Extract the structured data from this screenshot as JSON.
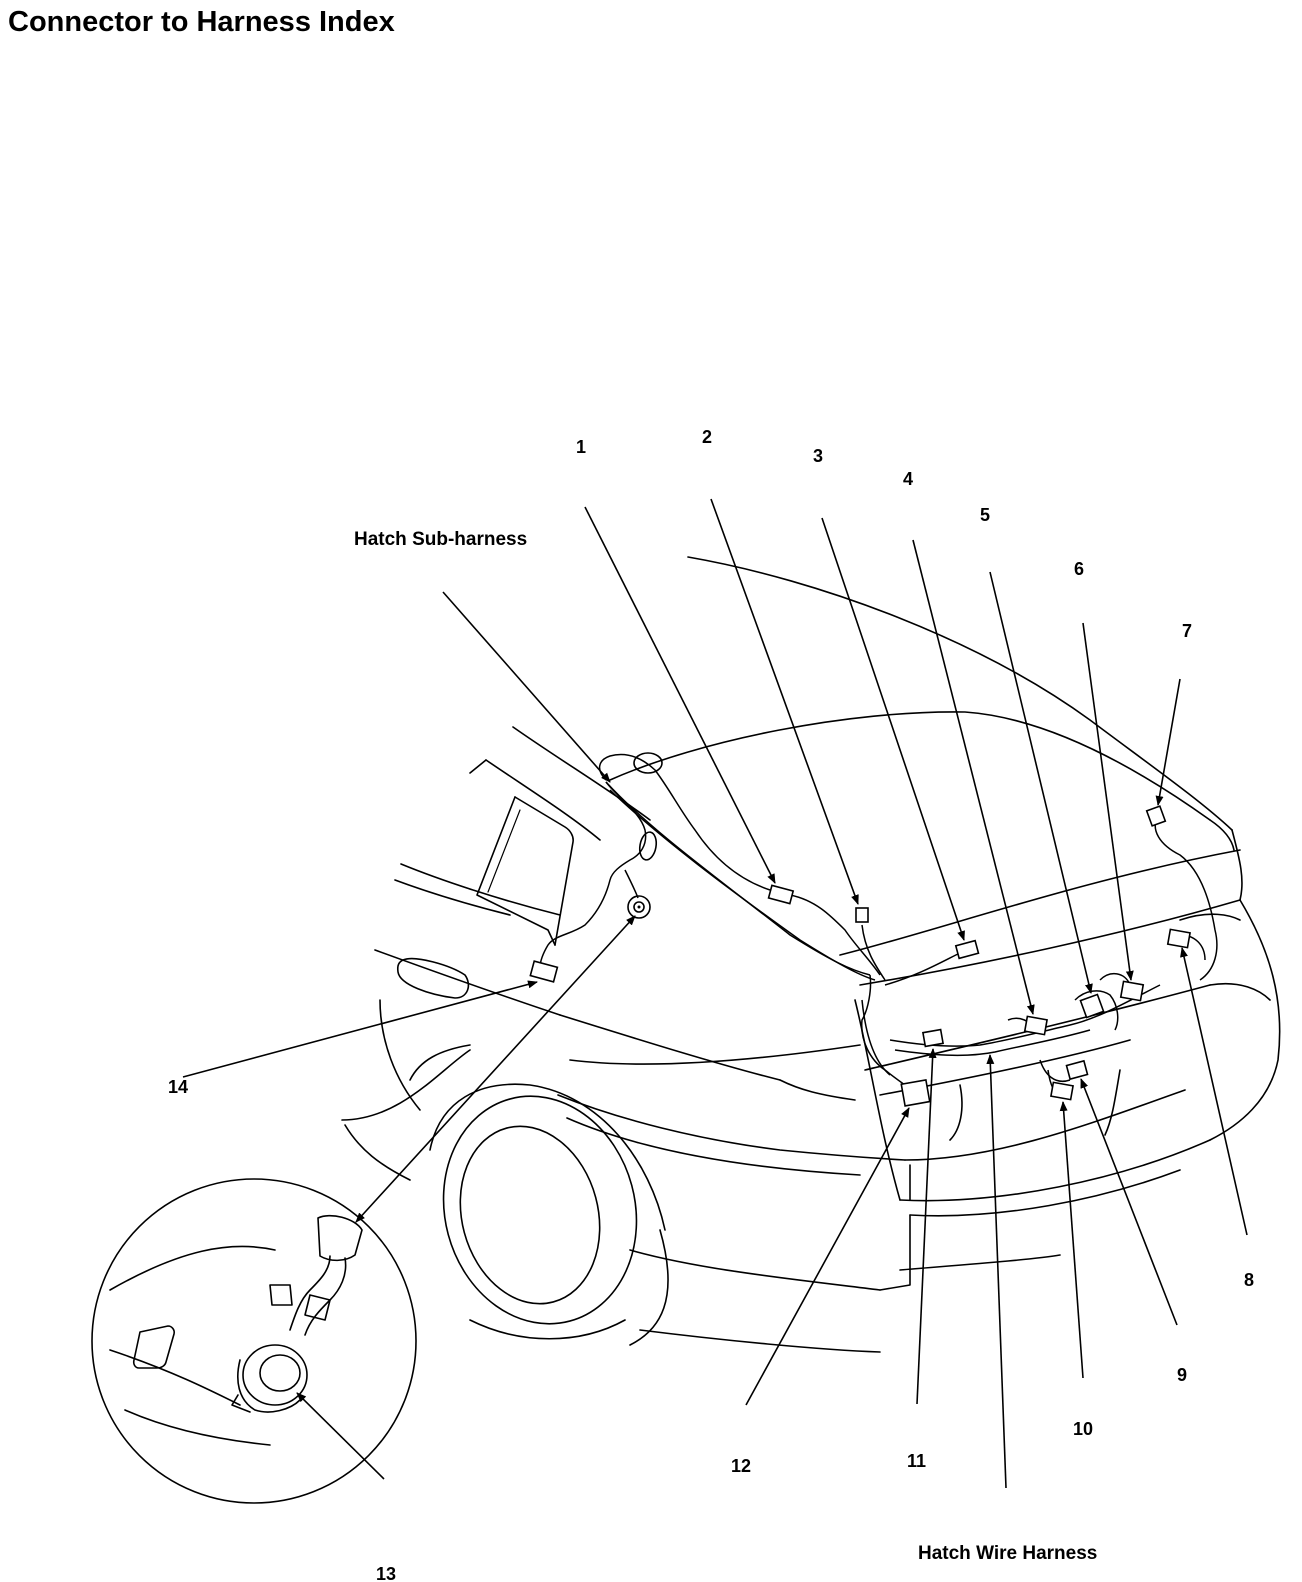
{
  "title": "Connector to Harness Index",
  "harness_labels": {
    "sub_harness": "Hatch Sub-harness",
    "wire_harness": "Hatch Wire Harness"
  },
  "callouts": [
    "1",
    "2",
    "3",
    "4",
    "5",
    "6",
    "7",
    "8",
    "9",
    "10",
    "11",
    "12",
    "13",
    "14"
  ]
}
